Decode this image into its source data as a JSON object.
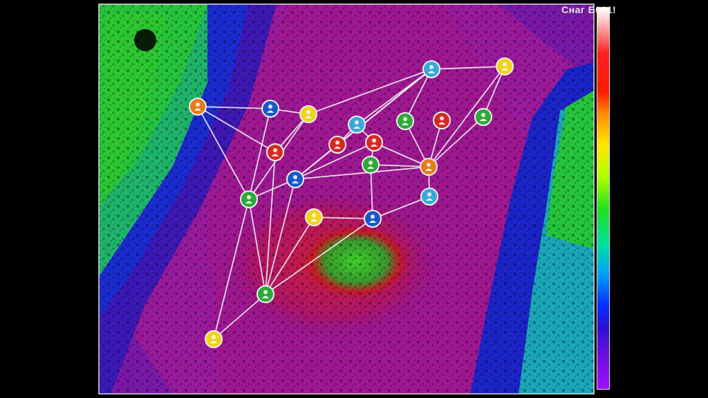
{
  "scale": {
    "title": "Cнаг Б001!"
  },
  "colors": {
    "edge": "#f2f2f2",
    "node_orange": "#e87a1a",
    "node_blue": "#1a58c8",
    "node_yellow": "#f2d21a",
    "node_red": "#d42a24",
    "node_green": "#2fa83a",
    "node_cyan": "#38a8d8"
  },
  "network": {
    "nodes": [
      {
        "id": "n1",
        "color": "orange",
        "icon": "person-icon"
      },
      {
        "id": "n2",
        "color": "blue",
        "icon": "person-icon"
      },
      {
        "id": "n3",
        "color": "yellow",
        "icon": "person-icon"
      },
      {
        "id": "n4",
        "color": "cyan",
        "icon": "person-icon"
      },
      {
        "id": "n5",
        "color": "yellow",
        "icon": "person-icon"
      },
      {
        "id": "n6",
        "color": "red",
        "icon": "person-icon"
      },
      {
        "id": "n7",
        "color": "cyan",
        "icon": "person-icon"
      },
      {
        "id": "n8",
        "color": "green",
        "icon": "person-icon"
      },
      {
        "id": "n9",
        "color": "red",
        "icon": "person-icon"
      },
      {
        "id": "n10",
        "color": "green",
        "icon": "person-icon"
      },
      {
        "id": "n11",
        "color": "red",
        "icon": "person-icon"
      },
      {
        "id": "n12",
        "color": "red",
        "icon": "person-icon"
      },
      {
        "id": "n13",
        "color": "green",
        "icon": "person-icon"
      },
      {
        "id": "n14",
        "color": "orange",
        "icon": "person-icon"
      },
      {
        "id": "n15",
        "color": "blue",
        "icon": "person-icon"
      },
      {
        "id": "n16",
        "color": "green",
        "icon": "person-icon"
      },
      {
        "id": "n17",
        "color": "cyan",
        "icon": "person-icon"
      },
      {
        "id": "n18",
        "color": "yellow",
        "icon": "person-icon"
      },
      {
        "id": "n19",
        "color": "blue",
        "icon": "person-icon"
      },
      {
        "id": "n20",
        "color": "green",
        "icon": "person-icon"
      },
      {
        "id": "n21",
        "color": "yellow",
        "icon": "person-icon"
      }
    ],
    "edges": [
      [
        "n1",
        "n2"
      ],
      [
        "n2",
        "n3"
      ],
      [
        "n1",
        "n6"
      ],
      [
        "n1",
        "n16"
      ],
      [
        "n2",
        "n16"
      ],
      [
        "n3",
        "n6"
      ],
      [
        "n3",
        "n16"
      ],
      [
        "n3",
        "n4"
      ],
      [
        "n4",
        "n5"
      ],
      [
        "n4",
        "n7"
      ],
      [
        "n4",
        "n8"
      ],
      [
        "n4",
        "n15"
      ],
      [
        "n4",
        "n11"
      ],
      [
        "n5",
        "n10"
      ],
      [
        "n5",
        "n14"
      ],
      [
        "n8",
        "n14"
      ],
      [
        "n9",
        "n14"
      ],
      [
        "n10",
        "n14"
      ],
      [
        "n7",
        "n12"
      ],
      [
        "n7",
        "n11"
      ],
      [
        "n12",
        "n14"
      ],
      [
        "n12",
        "n15"
      ],
      [
        "n13",
        "n14"
      ],
      [
        "n14",
        "n17"
      ],
      [
        "n14",
        "n15"
      ],
      [
        "n11",
        "n15"
      ],
      [
        "n15",
        "n16"
      ],
      [
        "n15",
        "n20"
      ],
      [
        "n16",
        "n20"
      ],
      [
        "n16",
        "n21"
      ],
      [
        "n18",
        "n19"
      ],
      [
        "n18",
        "n20"
      ],
      [
        "n19",
        "n20"
      ],
      [
        "n17",
        "n19"
      ],
      [
        "n20",
        "n21"
      ],
      [
        "n6",
        "n20"
      ],
      [
        "n13",
        "n19"
      ],
      [
        "n12",
        "n13"
      ]
    ]
  }
}
